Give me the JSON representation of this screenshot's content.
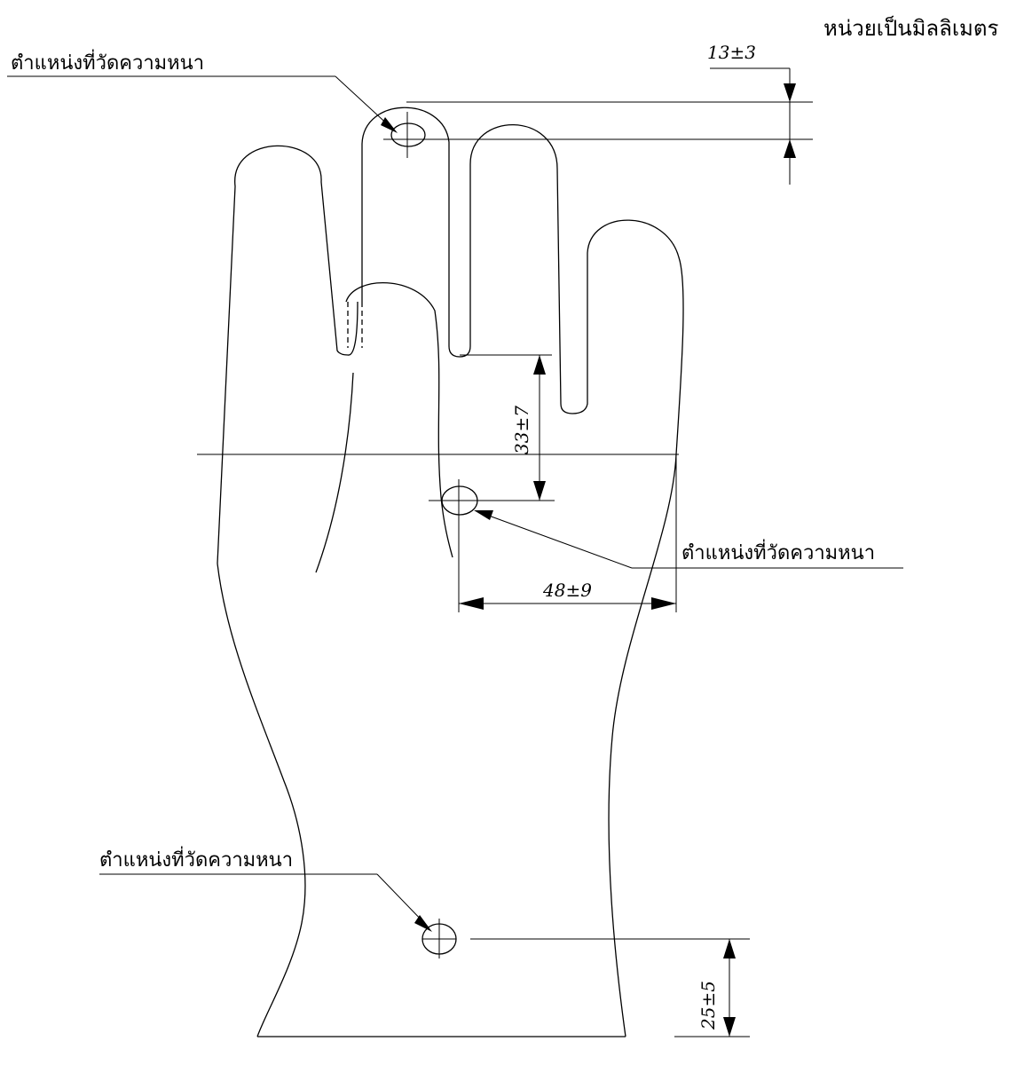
{
  "unit_note": "หน่วยเป็นมิลลิเมตร",
  "labels": {
    "top": "ตำแหน่งที่วัดความหนา",
    "palm": "ตำแหน่งที่วัดความหนา",
    "cuff": "ตำแหน่งที่วัดความหนา"
  },
  "dimensions": {
    "fingertip": "13±3",
    "palm_vertical": "33±7",
    "palm_horizontal": "48±9",
    "cuff": "25±5"
  }
}
